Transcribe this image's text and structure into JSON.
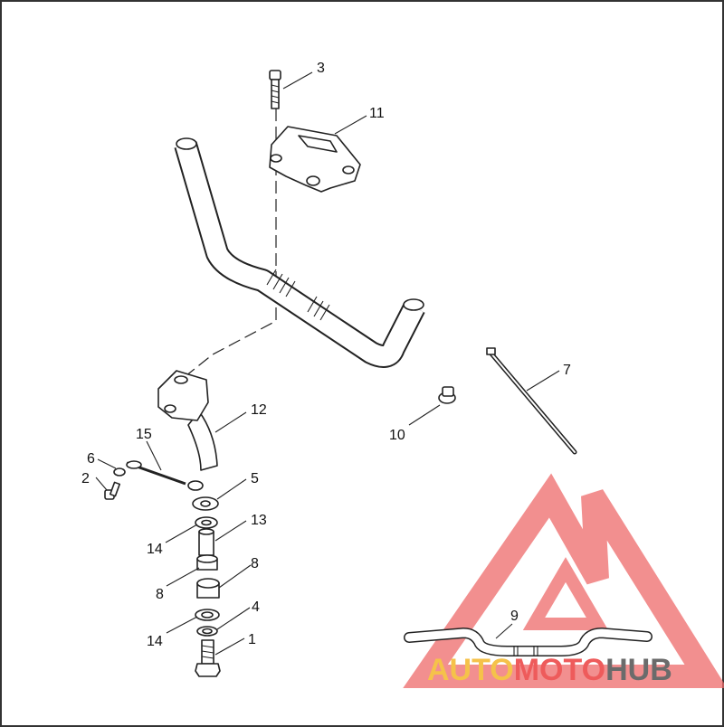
{
  "callouts": [
    {
      "id": "3",
      "text": "3"
    },
    {
      "id": "11",
      "text": "11"
    },
    {
      "id": "12",
      "text": "12"
    },
    {
      "id": "15",
      "text": "15"
    },
    {
      "id": "6",
      "text": "6"
    },
    {
      "id": "2",
      "text": "2"
    },
    {
      "id": "5",
      "text": "5"
    },
    {
      "id": "13",
      "text": "13"
    },
    {
      "id": "14a",
      "text": "14"
    },
    {
      "id": "8a",
      "text": "8"
    },
    {
      "id": "8b",
      "text": "8"
    },
    {
      "id": "4",
      "text": "4"
    },
    {
      "id": "14b",
      "text": "14"
    },
    {
      "id": "1",
      "text": "1"
    },
    {
      "id": "7",
      "text": "7"
    },
    {
      "id": "10",
      "text": "10"
    },
    {
      "id": "9",
      "text": "9"
    }
  ],
  "watermark": {
    "part1": "AUTO",
    "part2": "MOTO",
    "part3": "HUB",
    "color_light": "#f5c24a",
    "color_red": "#ee5b5b",
    "color_gray": "#6b6b6b"
  }
}
